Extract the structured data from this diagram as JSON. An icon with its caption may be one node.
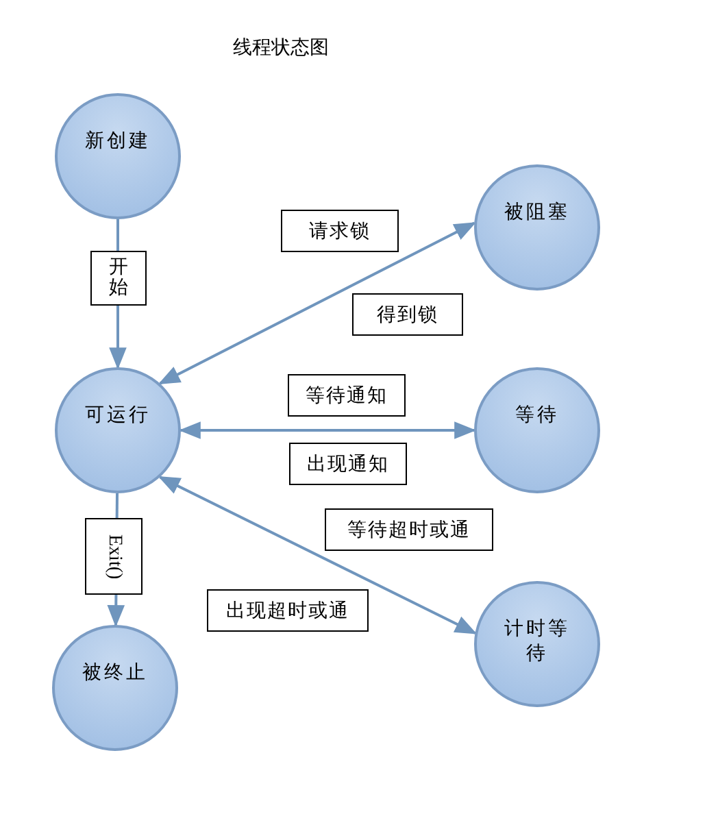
{
  "diagram": {
    "title": "线程状态图",
    "nodes": [
      {
        "text": [
          "新创建"
        ]
      },
      {
        "text": [
          "可运行"
        ]
      },
      {
        "text": [
          "被阻塞"
        ]
      },
      {
        "text": [
          "等待"
        ]
      },
      {
        "text": [
          "计时等待"
        ]
      },
      {
        "text": [
          "被终止"
        ]
      },
      {
        "text": [
          "请求锁"
        ]
      },
      {
        "text": [
          "得到锁"
        ]
      },
      {
        "text": [
          "等待通知"
        ]
      },
      {
        "text": [
          "出现通知"
        ]
      },
      {
        "text": [
          "等待超时或通"
        ]
      },
      {
        "text": [
          "出现超时或通"
        ]
      }
    ],
    "edges": [
      {
        "from": 0,
        "to": 1,
        "arrow": "to",
        "label": "开始"
      },
      {
        "from": 1,
        "to": 2,
        "arrow": "both"
      },
      {
        "from": 1,
        "to": 3,
        "arrow": "both"
      },
      {
        "from": 1,
        "to": 4,
        "arrow": "both"
      },
      {
        "from": 1,
        "to": 5,
        "arrow": "to",
        "label": "Exit()"
      }
    ]
  }
}
